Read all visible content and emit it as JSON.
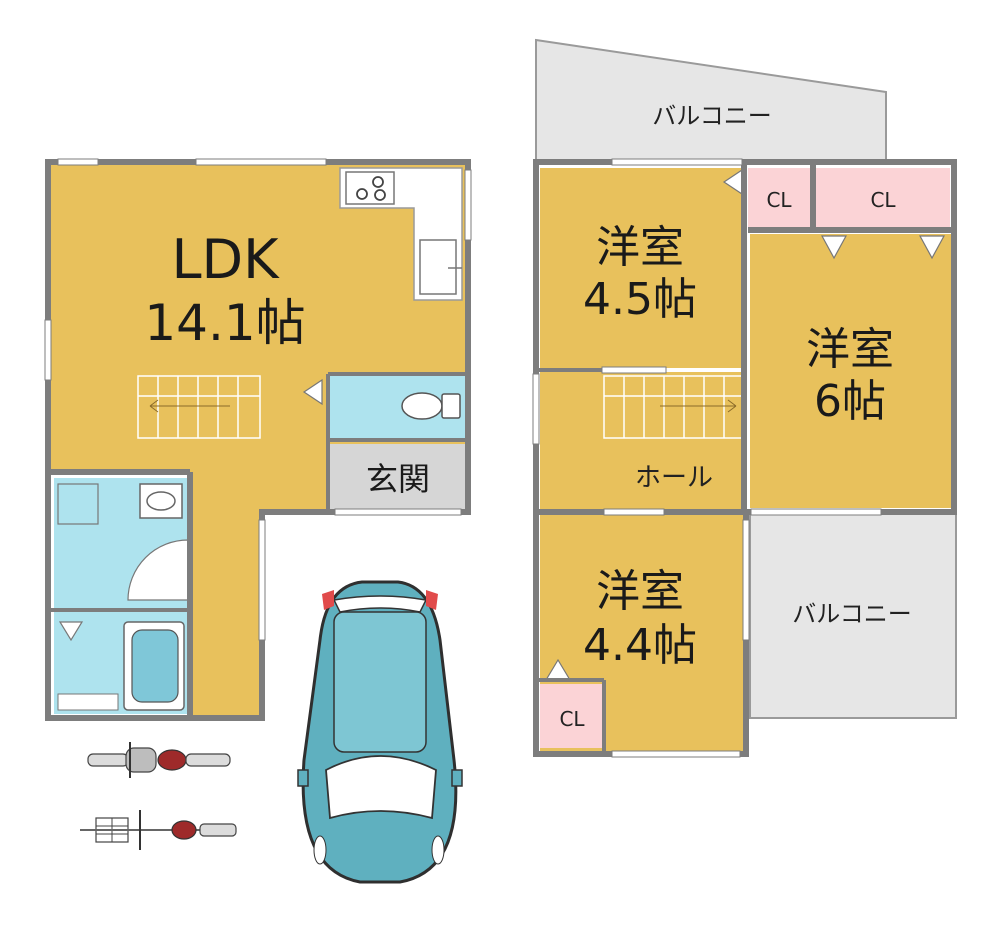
{
  "colors": {
    "wall": "#7d7d7d",
    "room_floor": "#e8c15c",
    "wet_area": "#aee3ee",
    "entrance": "#d6d6d6",
    "closet": "#fbd3d6",
    "balcony": "#e6e6e6",
    "car_body": "#5fb0bf"
  },
  "ground_floor": {
    "ldk": {
      "name": "LDK",
      "size": "14.1帖"
    },
    "entrance": {
      "name": "玄関"
    }
  },
  "upper_floor": {
    "balcony_top": {
      "name": "バルコニー"
    },
    "balcony_right": {
      "name": "バルコニー"
    },
    "room_a": {
      "name": "洋室",
      "size": "4.5帖"
    },
    "room_b": {
      "name": "洋室",
      "size": "6帖"
    },
    "room_c": {
      "name": "洋室",
      "size": "4.4帖"
    },
    "hall": {
      "name": "ホール"
    },
    "closet_a": {
      "name": "CL"
    },
    "closet_b": {
      "name": "CL"
    },
    "closet_c": {
      "name": "CL"
    }
  },
  "icons": [
    "car-icon",
    "motorcycle-icon",
    "bicycle-icon",
    "stove-icon",
    "toilet-icon",
    "sink-icon",
    "bathtub-icon"
  ]
}
